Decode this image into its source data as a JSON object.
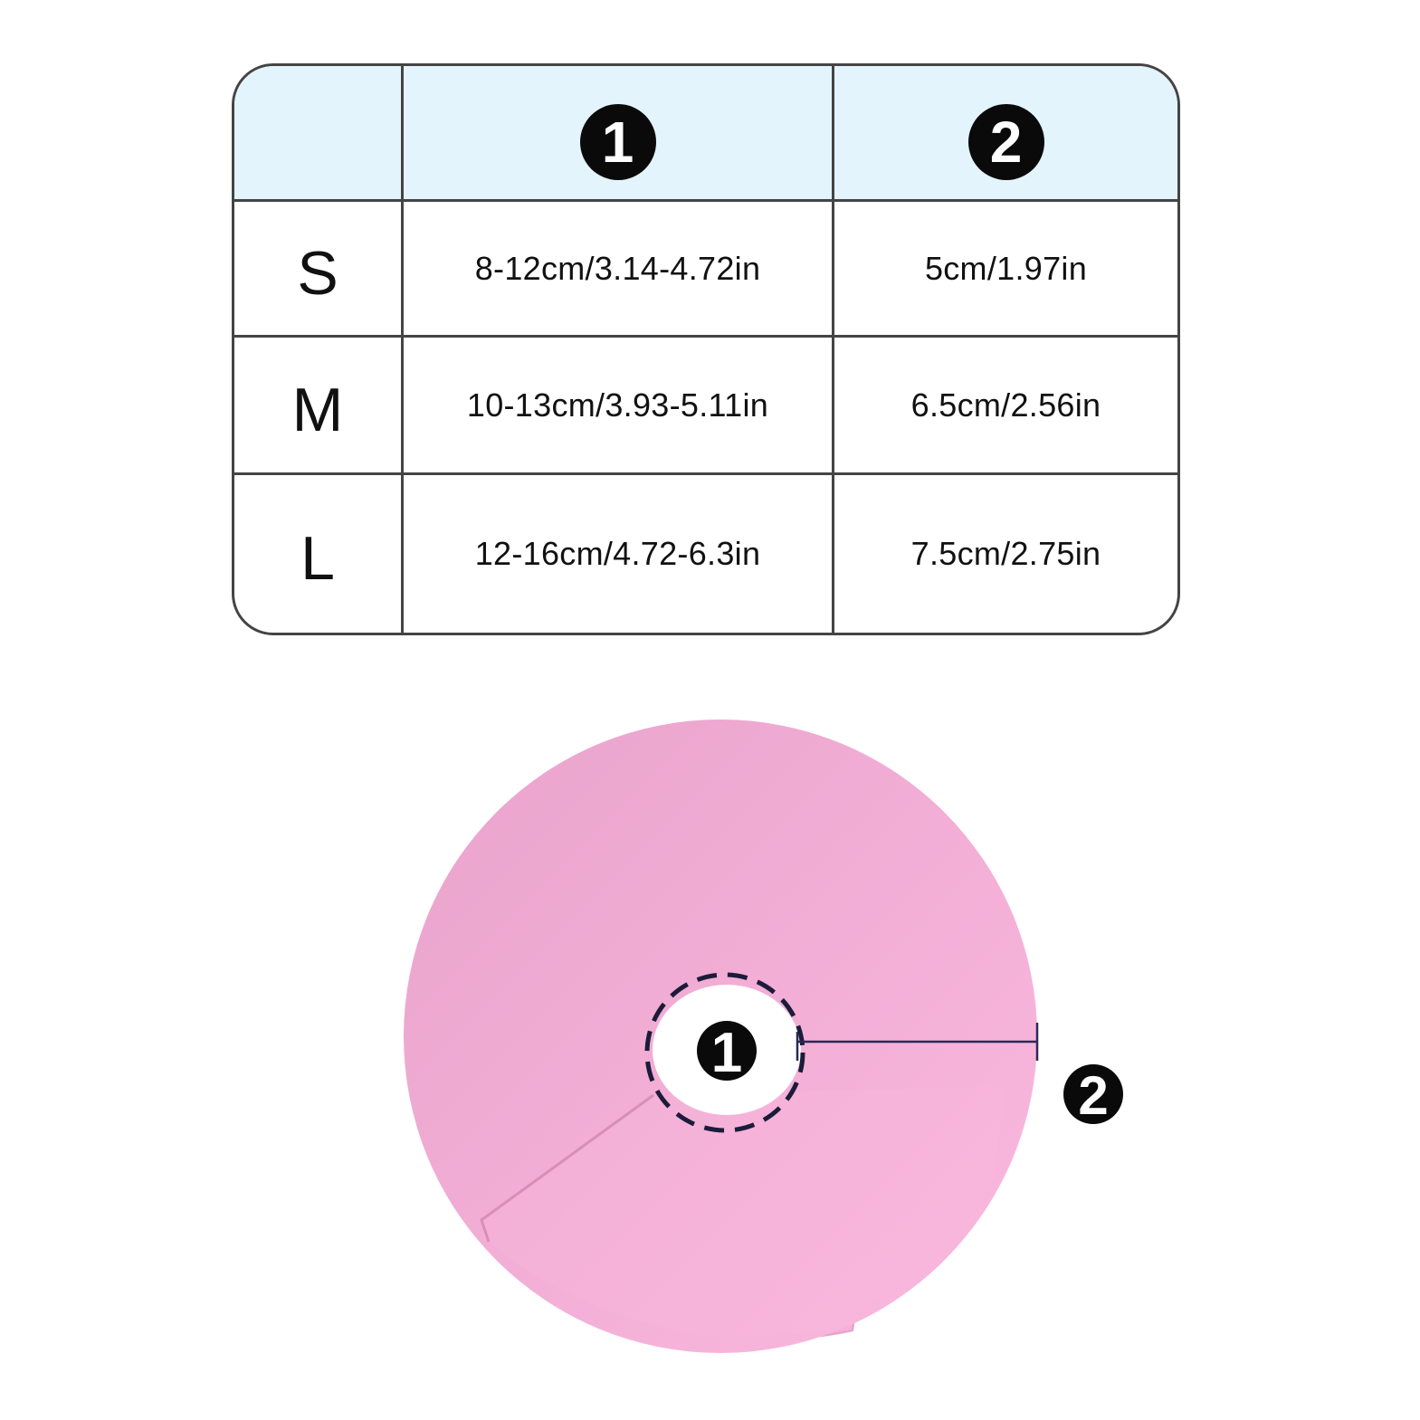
{
  "table": {
    "headers": [
      "",
      "1",
      "2"
    ],
    "rows": [
      {
        "size": "S",
        "inner": "8-12cm/3.14-4.72in",
        "width": "5cm/1.97in"
      },
      {
        "size": "M",
        "inner": "10-13cm/3.93-5.11in",
        "width": "6.5cm/2.56in"
      },
      {
        "size": "L",
        "inner": "12-16cm/4.72-6.3in",
        "width": "7.5cm/2.75in"
      }
    ]
  },
  "diagram": {
    "markers": {
      "inner_diameter": "1",
      "ring_width": "2"
    },
    "colors": {
      "ring": "#f7b5da",
      "ring_shadow": "#e9a1cb",
      "marker": "#0a0a0a",
      "header": "#e3f4fc"
    }
  }
}
